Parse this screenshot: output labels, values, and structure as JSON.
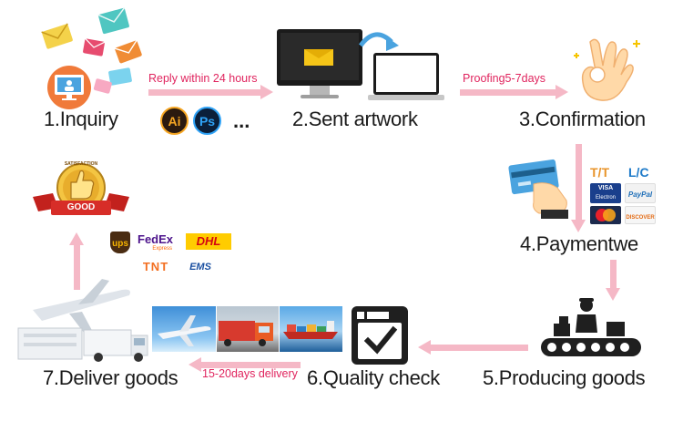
{
  "steps": {
    "inquiry": "1.Inquiry",
    "artwork": "2.Sent artwork",
    "confirmation": "3.Confirmation",
    "payment": "4.Paymentwe",
    "producing": "5.Producing goods",
    "quality": "6.Quality check",
    "deliver": "7.Deliver goods"
  },
  "arrows": {
    "reply": "Reply within 24 hours",
    "proofing": "Proofing5-7days",
    "delivery": "15-20days delivery"
  },
  "software": {
    "ai": "Ai",
    "ps": "Ps",
    "more": "..."
  },
  "payment_logos": {
    "tt": "T/T",
    "lc": "L/C",
    "visa": "VISA",
    "electron": "Electron",
    "paypal": "PayPal",
    "discover": "DISCOVER"
  },
  "shipping_logos": {
    "ups": "ups",
    "fedex": "FedEx",
    "fedex_sub": "Express",
    "dhl": "DHL",
    "tnt": "TNT",
    "ems": "EMS"
  },
  "badge": {
    "top": "SATISFACTION",
    "label": "GOOD"
  },
  "colors": {
    "arrow": "#f5b8c6",
    "arrow_text": "#e0245e",
    "check_dark": "#1f1f1f"
  }
}
